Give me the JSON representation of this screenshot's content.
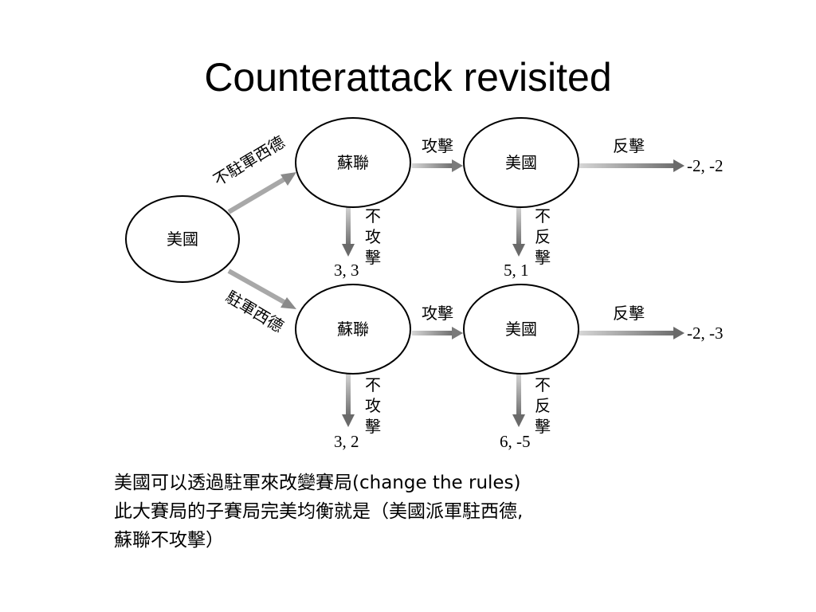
{
  "slide": {
    "title": "Counterattack revisited"
  },
  "diagram": {
    "nodes": {
      "root": "美國",
      "ussr_top": "蘇聯",
      "us_top": "美國",
      "ussr_bottom": "蘇聯",
      "us_bottom": "美國"
    },
    "edges": {
      "no_troops": "不駐軍西德",
      "troops": "駐軍西德",
      "attack_top": "攻擊",
      "counter_top": "反擊",
      "no_attack_top": [
        "不",
        "攻",
        "擊"
      ],
      "no_counter_top": [
        "不",
        "反",
        "擊"
      ],
      "attack_bottom": "攻擊",
      "counter_bottom": "反擊",
      "no_attack_bottom": [
        "不",
        "攻",
        "擊"
      ],
      "no_counter_bottom": [
        "不",
        "反",
        "擊"
      ]
    },
    "payoffs": {
      "top_counter": "-2, -2",
      "top_no_attack": "3, 3",
      "top_no_counter": "5, 1",
      "bottom_counter": "-2, -3",
      "bottom_no_attack": "3, 2",
      "bottom_no_counter": "6, -5"
    }
  },
  "caption": {
    "line1": "美國可以透過駐軍來改變賽局(change the rules)",
    "line2": "此大賽局的子賽局完美均衡就是（美國派軍駐西德,",
    "line3": "蘇聯不攻擊）"
  }
}
